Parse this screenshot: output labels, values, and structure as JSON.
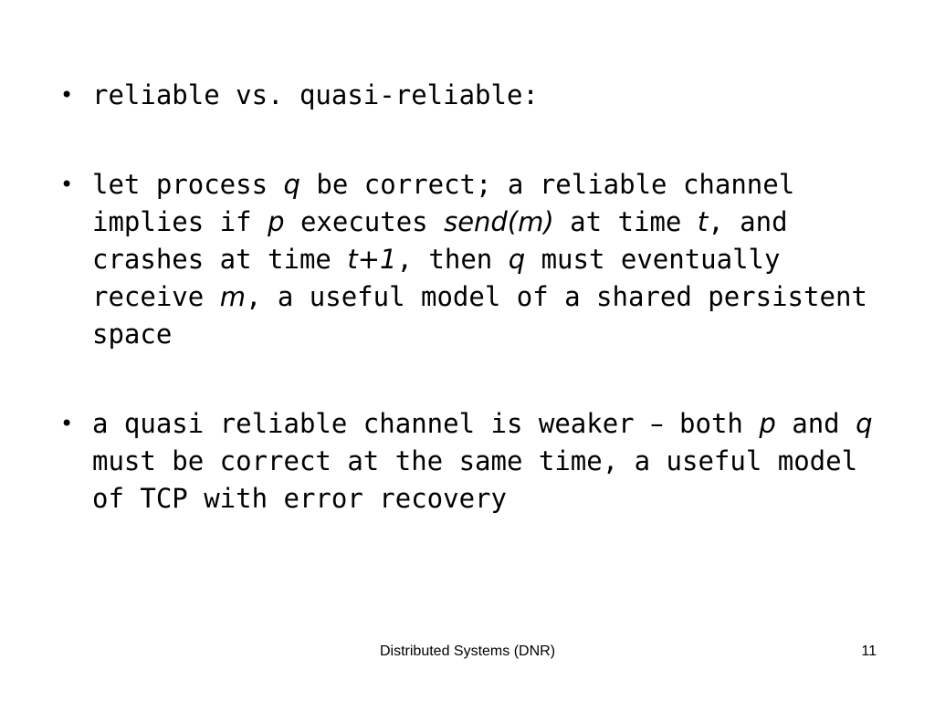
{
  "bullets": [
    {
      "segments": [
        {
          "text": "reliable vs. quasi-reliable:",
          "style": "mono"
        }
      ]
    },
    {
      "segments": [
        {
          "text": "let process ",
          "style": "mono"
        },
        {
          "text": "q",
          "style": "italic"
        },
        {
          "text": " be correct; a reliable channel implies if ",
          "style": "mono"
        },
        {
          "text": "p",
          "style": "italic"
        },
        {
          "text": " executes ",
          "style": "mono"
        },
        {
          "text": "send(m)",
          "style": "italic"
        },
        {
          "text": " at time ",
          "style": "mono"
        },
        {
          "text": "t",
          "style": "italic"
        },
        {
          "text": ", and crashes at time ",
          "style": "mono"
        },
        {
          "text": "t+1",
          "style": "italic"
        },
        {
          "text": ", then ",
          "style": "mono"
        },
        {
          "text": "q",
          "style": "italic"
        },
        {
          "text": " must eventually receive ",
          "style": "mono"
        },
        {
          "text": "m",
          "style": "italic"
        },
        {
          "text": ", a useful model of a shared persistent space",
          "style": "mono"
        }
      ]
    },
    {
      "segments": [
        {
          "text": "a quasi reliable channel is weaker ",
          "style": "mono"
        },
        {
          "text": "–",
          "style": "sans"
        },
        {
          "text": " both ",
          "style": "mono"
        },
        {
          "text": "p",
          "style": "italic"
        },
        {
          "text": " and ",
          "style": "mono"
        },
        {
          "text": "q",
          "style": "italic"
        },
        {
          "text": " must be correct at the same time, a useful model of TCP with error recovery",
          "style": "mono"
        }
      ]
    }
  ],
  "footer": {
    "title": "Distributed Systems (DNR)",
    "page_number": "11"
  }
}
